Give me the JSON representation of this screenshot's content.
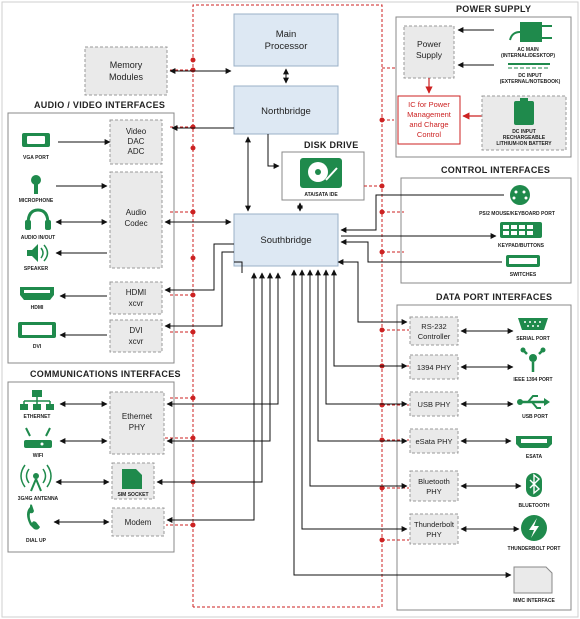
{
  "core": {
    "main_processor": [
      "Main",
      "Processor"
    ],
    "northbridge": "Northbridge",
    "southbridge": "Southbridge",
    "memory_modules": [
      "Memory",
      "Modules"
    ]
  },
  "disk_drive": {
    "title": "Disk Drive",
    "device_label": "ATA/SATA IDE"
  },
  "power_supply": {
    "title": "Power Supply",
    "supply_box": [
      "Power",
      "Supply"
    ],
    "ac_main": [
      "AC MAIN",
      "(INTERNAL/DESKTOP)"
    ],
    "dc_input": [
      "DC INPUT",
      "(EXTERNAL/NOTEBOOK)"
    ],
    "ic_box": [
      "IC for Power",
      "Management",
      "and Charge",
      "Control"
    ],
    "battery": [
      "DC INPUT",
      "RECHARGEABLE",
      "LITHIUM-ION BATTERY"
    ]
  },
  "audio_video": {
    "title": "Audio / Video Interfaces",
    "video_dac": [
      "Video",
      "DAC",
      "ADC"
    ],
    "audio_codec": [
      "Audio",
      "Codec"
    ],
    "hdmi_xcvr": [
      "HDMI",
      "xcvr"
    ],
    "dvi_xcvr": [
      "DVI",
      "xcvr"
    ],
    "devices": [
      "VGA PORT",
      "MICROPHONE",
      "AUDIO IN/OUT",
      "SPEAKER",
      "HDMI",
      "DVI"
    ]
  },
  "control": {
    "title": "Control Interfaces",
    "devices": [
      "PS/2 MOUSE/KEYBOARD PORT",
      "KEYPAD/BUTTONS",
      "SWITCHES"
    ]
  },
  "data_port": {
    "title": "Data Port Interfaces",
    "controllers": [
      [
        "RS-232",
        "Controller"
      ],
      [
        "1394 PHY"
      ],
      [
        "USB PHY"
      ],
      [
        "eSata PHY"
      ],
      [
        "Bluetooth",
        "PHY"
      ],
      [
        "Thunderbolt",
        "PHY"
      ]
    ],
    "devices": [
      "SERIAL PORT",
      "IEEE 1394 PORT",
      "USB PORT",
      "ESATA",
      "BLUETOOTH",
      "THUNDERBOLT PORT",
      "MMC INTERFACE"
    ]
  },
  "communications": {
    "title": "Communications Interfaces",
    "ethernet_phy": [
      "Ethernet",
      "PHY"
    ],
    "sim_socket": "SIM SOCKET",
    "modem": "Modem",
    "devices": [
      "ETHERNET",
      "WIFI",
      "3G/4G ANTENNA",
      "DIAL UP"
    ]
  },
  "colors": {
    "chip_fill": "#dde8f3",
    "chip_stroke": "#9ab0c7",
    "green": "#1f8a4c",
    "red": "#cc2222",
    "panel_stroke": "#888888",
    "dashed_stroke": "#999999"
  }
}
